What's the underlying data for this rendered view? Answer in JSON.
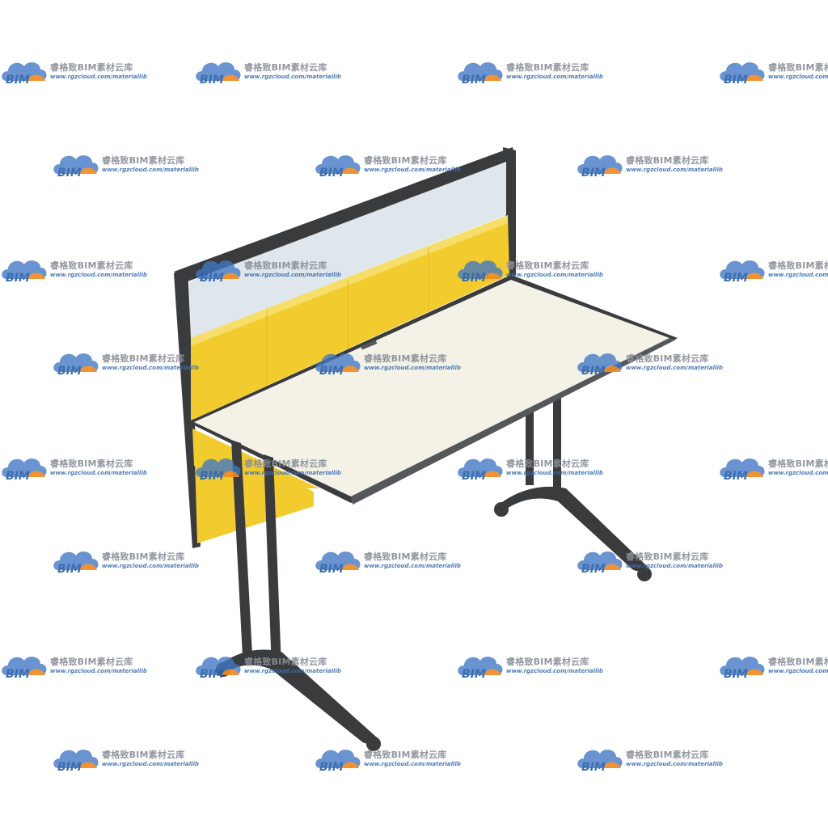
{
  "watermark": {
    "title": "睿格致BIM素材云库",
    "url": "www.rgzcloud.com/materiallib",
    "logo_text": "BIM",
    "logo_icon": "cloud-bim-logo-icon",
    "colors": {
      "cloud_blue": "#3f77c4",
      "cloud_orange": "#f08a24",
      "title_gray": "#8a8f99"
    }
  },
  "object": {
    "icon": "office-desk-with-privacy-panel",
    "colors": {
      "frame": "#3a3b3d",
      "desk_top": "#f4f2e6",
      "panel_yellow": "#f2cc2e",
      "panel_glass": "#dfe6ec"
    }
  }
}
